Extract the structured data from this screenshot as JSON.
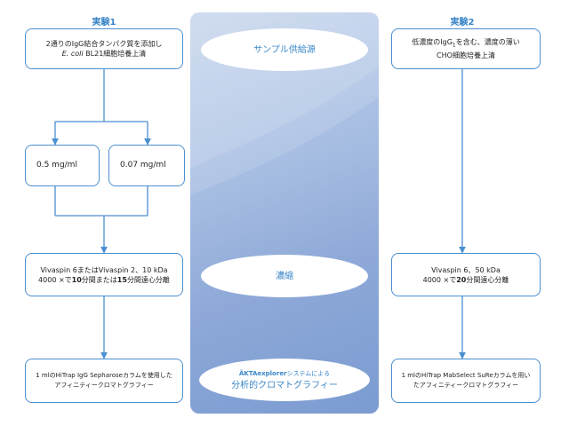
{
  "experiment1": {
    "title": "実験1",
    "sample_line1": "2通りのIgG結合タンパク質を添加し",
    "sample_line2_italic": "E. coli",
    "sample_line2_rest": " BL21細胞培養上清",
    "conc_a": "0.5 mg/ml",
    "conc_b": "0.07 mg/ml",
    "concentration_line1": "Vivaspin 6またはVivaspin 2、10 kDa",
    "concentration_line2_pre": "4000 ×で",
    "concentration_line2_b1": "10",
    "concentration_line2_mid": "分間または",
    "concentration_line2_b2": "15",
    "concentration_line2_post": "分間遠心分離",
    "chroma_line1": "1 mlのHiTrap IgG Sepharoseカラムを使用した",
    "chroma_line2": "アフィニティークロマトグラフィー"
  },
  "experiment2": {
    "title": "実験2",
    "sample_line1_pre": "低濃度のIgG",
    "sample_line1_sub": "1",
    "sample_line1_post": "を含む、濃度の薄い",
    "sample_line2": "CHO細胞培養上清",
    "concentration_line1": "Vivaspin 6、50 kDa",
    "concentration_line2_pre": "4000 ×で",
    "concentration_line2_b": "20",
    "concentration_line2_post": "分間遠心分離",
    "chroma_line1": "1 mlのHiTrap MabSelect SuReカラムを用い",
    "chroma_line2": "たアフィニティークロマトグラフィー"
  },
  "stages": {
    "sample": "サンプル供給源",
    "concentration": "濃縮",
    "chroma_line1_brand": "ÄKTAexplorer",
    "chroma_line1_rest": "システムによる",
    "chroma_line2": "分析的クロマトグラフィー"
  },
  "colors": {
    "accent": "#3a86c8",
    "box_border": "#4a8fd0",
    "panel": "#8ea9d8"
  }
}
